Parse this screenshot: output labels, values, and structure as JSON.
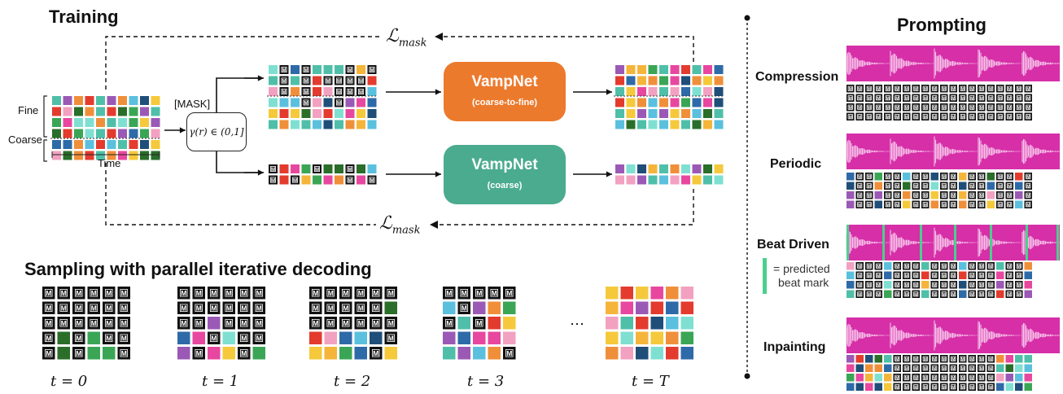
{
  "colors": {
    "palette": [
      "#e8479f",
      "#f08f3a",
      "#3aa655",
      "#e33b2e",
      "#2e6aa8",
      "#f5c93b",
      "#4fbfa9",
      "#9b59b6",
      "#1f4e79",
      "#2a6e2a",
      "#f2a1c1",
      "#f5b53b",
      "#5bc0de",
      "#7fe0d2"
    ],
    "mask_token": "#111111",
    "waveform": "#d62fa8",
    "vampnet_coarse_to_fine": "#ec7a2d",
    "vampnet_coarse": "#4aab8e",
    "beat_mark": "#4bd08c"
  },
  "training": {
    "title": "Training",
    "loss_top": "ℒ",
    "loss_top_sub": "mask",
    "loss_bottom": "ℒ",
    "loss_bottom_sub": "mask",
    "fine_label": "Fine",
    "coarse_label": "Coarse",
    "time_label": "Time",
    "mask_label": "[MASK]",
    "gamma_label": "γ(r) ∈ (0,1]",
    "model_c2f_name": "VampNet",
    "model_c2f_sub": "(coarse-to-fine)",
    "model_coarse_name": "VampNet",
    "model_coarse_sub": "(coarse)",
    "mask_letter": "M"
  },
  "sampling": {
    "title": "Sampling with parallel iterative decoding",
    "steps": [
      "t = 0",
      "t = 1",
      "t = 2",
      "t = 3",
      "t = T"
    ],
    "ellipsis": "⋯"
  },
  "prompting": {
    "title": "Prompting",
    "rows": [
      "Compression",
      "Periodic",
      "Beat Driven",
      "Inpainting"
    ],
    "legend_line1": "= predicted",
    "legend_line2": "beat mark"
  }
}
